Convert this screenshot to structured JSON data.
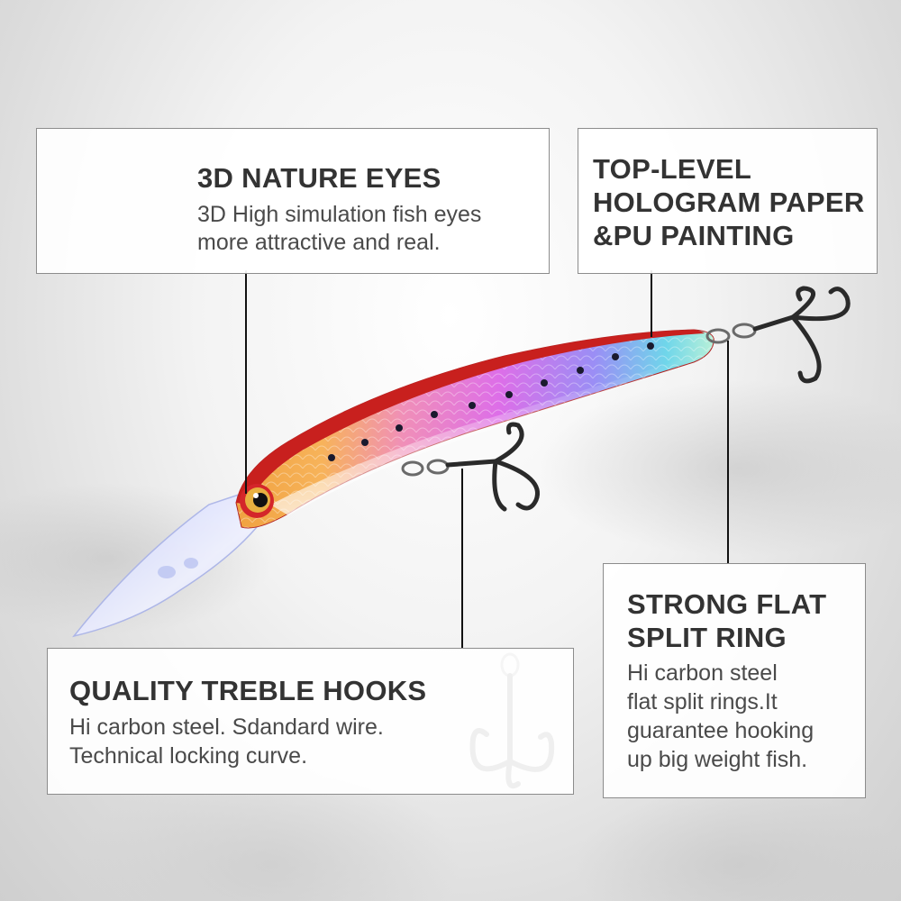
{
  "callouts": {
    "eyes": {
      "title": "3D NATURE EYES",
      "line1": "3D High simulation fish eyes",
      "line2": "more attractive and real."
    },
    "hologram": {
      "line1": "TOP-LEVEL",
      "line2": "HOLOGRAM PAPER",
      "line3": "&PU PAINTING"
    },
    "hooks": {
      "title": "QUALITY TREBLE HOOKS",
      "line1": "Hi carbon steel. Sdandard wire.",
      "line2": "Technical locking curve."
    },
    "split_ring": {
      "title1": "STRONG FLAT",
      "title2": "SPLIT RING",
      "line1": "Hi carbon steel",
      "line2": "flat split rings.It",
      "line3": "guarantee hooking",
      "line4": "up big weight fish."
    }
  },
  "icons": {
    "lure": "fishing-lure-icon",
    "hook": "treble-hook-icon"
  },
  "colors": {
    "title_text": "#333333",
    "body_text": "#4a4a4a",
    "box_border": "#8c8c8c",
    "lure_back": "#c8201e",
    "leader_line": "#111111"
  }
}
